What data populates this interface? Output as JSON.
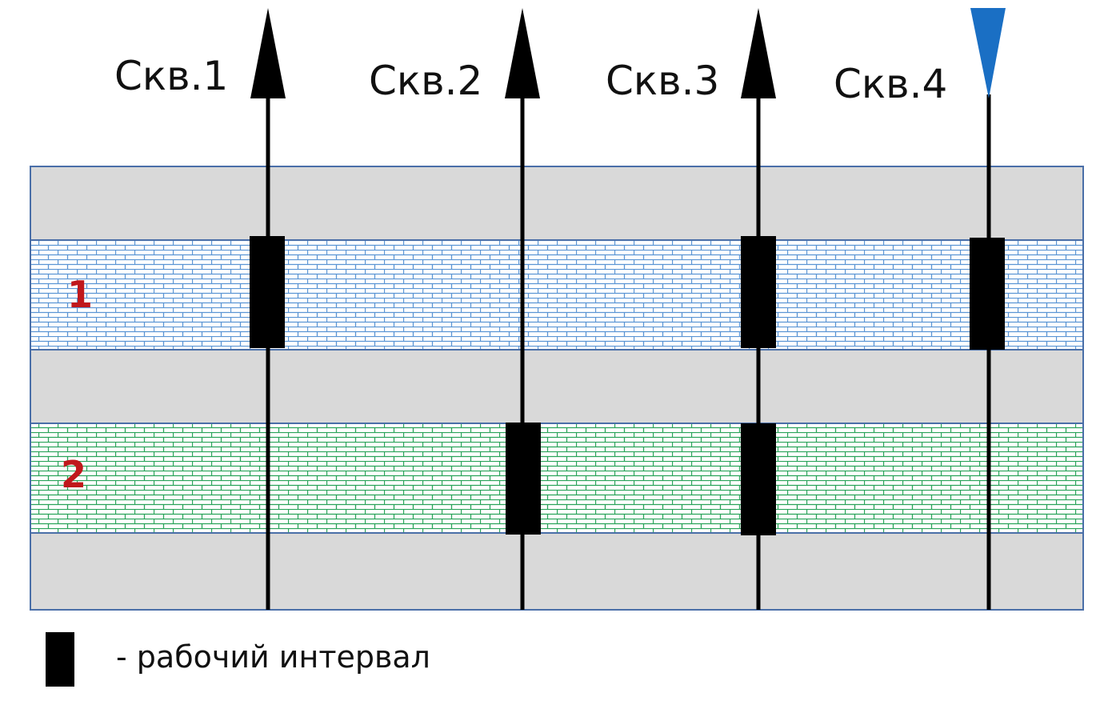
{
  "wells": [
    {
      "label": "Скв.1",
      "type": "producer",
      "intervals": [
        1
      ]
    },
    {
      "label": "Скв.2",
      "type": "producer",
      "intervals": [
        2
      ]
    },
    {
      "label": "Скв.3",
      "type": "producer",
      "intervals": [
        1,
        2
      ]
    },
    {
      "label": "Скв.4",
      "type": "injector",
      "intervals": [
        1
      ]
    }
  ],
  "layers": [
    {
      "number": "1",
      "color": "#4a86c8"
    },
    {
      "number": "2",
      "color": "#22a055"
    }
  ],
  "colors": {
    "gray_layer": "#d9d9d9",
    "border": "#4a6fa8",
    "producer_arrow": "#000000",
    "injector_arrow": "#1a6fc4",
    "label": "#c0181c"
  },
  "legend": {
    "text": "- рабочий интервал"
  }
}
